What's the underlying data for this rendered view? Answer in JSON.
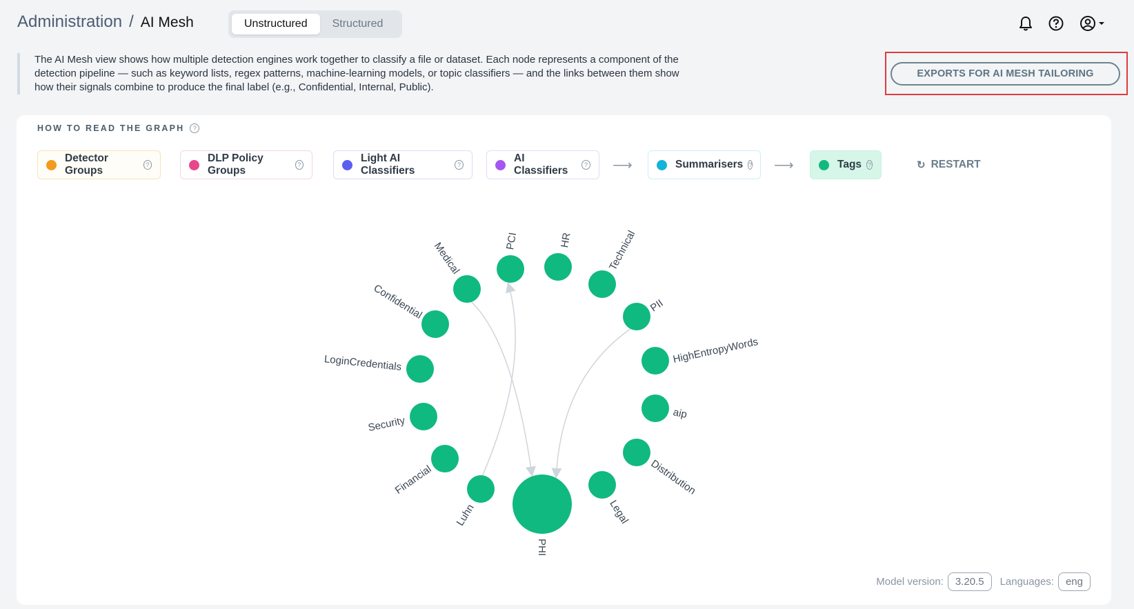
{
  "header": {
    "breadcrumb_root": "Administration",
    "breadcrumb_sep": "/",
    "breadcrumb_current": "AI Mesh",
    "tabs": [
      {
        "label": "Unstructured",
        "active": true
      },
      {
        "label": "Structured",
        "active": false
      }
    ],
    "icons": [
      "bell-icon",
      "help-icon",
      "account-icon"
    ]
  },
  "intro": {
    "text": "The AI Mesh view shows how multiple detection engines work together to classify a file or dataset. Each node represents a component of the detection pipeline — such as keyword lists, regex patterns, machine-learning models, or topic classifiers — and the links between them show how their signals combine to produce the final label (e.g., Confidential, Internal, Public)."
  },
  "export_button": "EXPORTS FOR AI MESH TAILORING",
  "howto_title": "HOW TO READ THE GRAPH",
  "legend": [
    {
      "label": "Detector Groups",
      "color": "#f29b1d",
      "border": "#f6e3b8",
      "bg": "#fffdf7"
    },
    {
      "label": "DLP Policy Groups",
      "color": "#e8478c",
      "border": "#f3d6e3",
      "bg": "#fff"
    },
    {
      "label": "Light AI Classifiers",
      "color": "#5b5ef0",
      "border": "#dcdcf3",
      "bg": "#fff"
    },
    {
      "label": "AI Classifiers",
      "color": "#a457f0",
      "border": "#e6daf3",
      "bg": "#fff"
    },
    {
      "label": "Summarisers",
      "color": "#14b4d8",
      "border": "#cdeef5",
      "bg": "#fff"
    },
    {
      "label": "Tags",
      "color": "#10b97f",
      "border": "#c9f1e0",
      "bg": "#d5f6e8"
    }
  ],
  "legend_arrow": "⟶",
  "restart_label": "RESTART",
  "graph": {
    "node_color": "#10b97f",
    "link_color": "#cfd5dc",
    "nodes": [
      {
        "label": "PCI"
      },
      {
        "label": "HR"
      },
      {
        "label": "Technical"
      },
      {
        "label": "PII"
      },
      {
        "label": "HighEntropyWords"
      },
      {
        "label": "aip"
      },
      {
        "label": "Distribution"
      },
      {
        "label": "Legal"
      },
      {
        "label": "PHI"
      },
      {
        "label": "Luhn"
      },
      {
        "label": "Financial"
      },
      {
        "label": "Security"
      },
      {
        "label": "LoginCredentials"
      },
      {
        "label": "Confidential"
      },
      {
        "label": "Medical"
      }
    ],
    "links": [
      {
        "source": "Medical",
        "target": "PHI"
      },
      {
        "source": "Luhn",
        "target": "PCI"
      },
      {
        "source": "PII",
        "target": "PHI"
      }
    ]
  },
  "footer": {
    "model_label": "Model version:",
    "model_value": "3.20.5",
    "lang_label": "Languages:",
    "lang_value": "eng"
  }
}
